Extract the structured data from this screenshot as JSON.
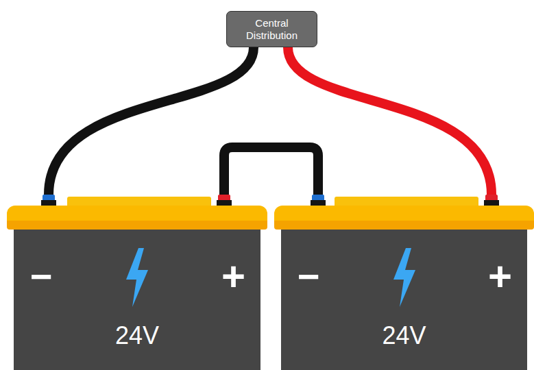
{
  "diagram": {
    "nodes": [
      {
        "text": [
          "Central Distribution"
        ]
      },
      {
        "text": [
          "−",
          "+",
          "24V"
        ]
      },
      {
        "text": [
          "−",
          "+",
          "24V"
        ]
      }
    ],
    "edges": [
      {
        "from": 0,
        "to": 1,
        "arrow": "none"
      },
      {
        "from": 0,
        "to": 2,
        "arrow": "none"
      },
      {
        "from": 1,
        "to": 2,
        "arrow": "none"
      }
    ]
  }
}
